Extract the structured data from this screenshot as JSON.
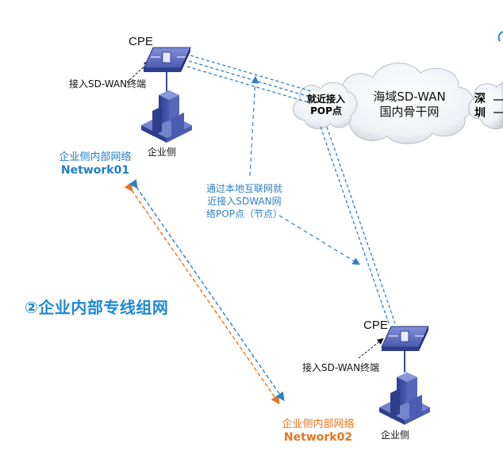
{
  "cpe_top": {
    "label": "CPE",
    "note": "接入SD-WAN终端",
    "building_label": "企业侧"
  },
  "cpe_bottom": {
    "label": "CPE",
    "note": "接入SD-WAN终端",
    "building_label": "企业侧"
  },
  "network01": {
    "line1": "企业侧内部网络",
    "line2": "Network01"
  },
  "network02": {
    "line1": "企业侧内部网络",
    "line2": "Network02"
  },
  "pop_cloud": {
    "line1": "就近接入",
    "line2": "POP点"
  },
  "backbone_cloud": {
    "line1": "海域SD-WAN",
    "line2": "国内骨干网"
  },
  "city_cloud": {
    "line1": "深",
    "line2": "圳"
  },
  "pop_note": {
    "line1": "通过本地互联网就",
    "line2": "近接入SDWAN网",
    "line3": "络POP点（节点）"
  },
  "section_title": "②企业内部专线组网",
  "colors": {
    "blue_link": "#2f7fc4",
    "orange_link": "#e8741f",
    "device": "#3b4c9a"
  }
}
